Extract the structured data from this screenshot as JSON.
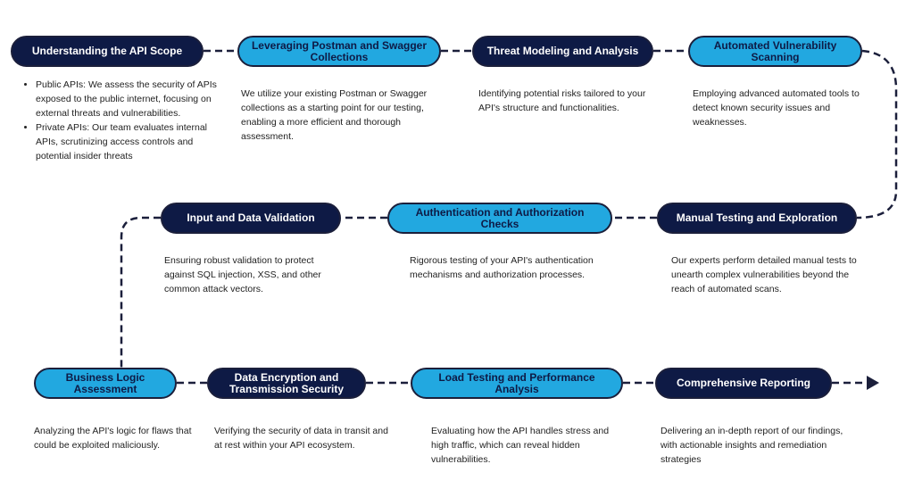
{
  "steps": [
    {
      "title": "Understanding the API Scope",
      "bullets": [
        "Public APIs: We assess the security of APIs exposed to the public internet, focusing on external threats and vulnerabilities.",
        "Private APIs: Our team evaluates internal APIs, scrutinizing access controls and potential insider threats"
      ]
    },
    {
      "title": "Leveraging Postman and Swagger Collections",
      "description": "We utilize your existing Postman or Swagger collections as a starting point for our testing, enabling a more efficient and thorough assessment."
    },
    {
      "title": "Threat Modeling and Analysis",
      "description": "Identifying potential risks tailored to your API's structure and functionalities."
    },
    {
      "title": "Automated Vulnerability Scanning",
      "description": "Employing advanced automated tools to detect known security issues and weaknesses."
    },
    {
      "title": "Manual Testing and Exploration",
      "description": "Our experts perform detailed manual tests to unearth complex vulnerabilities beyond the reach of automated scans."
    },
    {
      "title": "Authentication and Authorization Checks",
      "description": "Rigorous testing of your API's authentication mechanisms and authorization processes."
    },
    {
      "title": "Input and Data Validation",
      "description": "Ensuring robust validation to protect against SQL injection, XSS, and other common attack vectors."
    },
    {
      "title": "Business Logic Assessment",
      "description": "Analyzing the API's logic for flaws that could be exploited maliciously."
    },
    {
      "title": "Data Encryption and Transmission Security",
      "description": "Verifying the security of data in transit and at rest within your API ecosystem."
    },
    {
      "title": "Load Testing and Performance Analysis",
      "description": "Evaluating how the API handles stress and high traffic, which can reveal hidden vulnerabilities."
    },
    {
      "title": "Comprehensive Reporting",
      "description": "Delivering an in-depth report of our findings, with actionable insights and remediation strategies"
    }
  ],
  "colors": {
    "dark": "#0e1a45",
    "light": "#22a8e0",
    "connector": "#1b1f3b"
  }
}
